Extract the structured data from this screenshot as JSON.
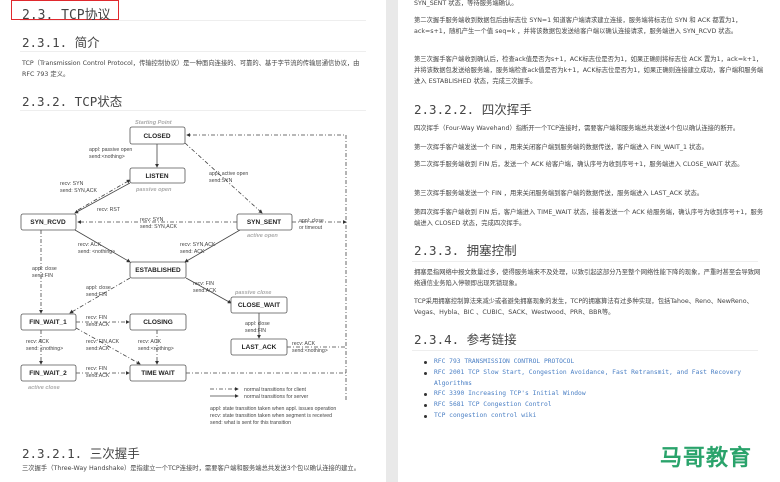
{
  "left": {
    "title": "2.3. TCP协议",
    "intro_heading": "2.3.1. 简介",
    "intro_text": "TCP（Transmission Control Protocol，传输控制协议）是一种面向连接的、可靠的、基于字节流的传输层通信协议，由RFC 793 定义。",
    "state_heading": "2.3.2. TCP状态",
    "handshake_heading": "2.3.2.1. 三次握手",
    "handshake_text": "三次握手（Three-Way Handshake）是指建立一个TCP连接时，需要客户端和服务端总共发送3个包以确认连接的建立。"
  },
  "diagram": {
    "states": {
      "closed": "CLOSED",
      "listen": "LISTEN",
      "syn_rcvd": "SYN_RCVD",
      "syn_sent": "SYN_SENT",
      "established": "ESTABLISHED",
      "close_wait": "CLOSE_WAIT",
      "fin_wait_1": "FIN_WAIT_1",
      "closing": "CLOSING",
      "last_ack": "LAST_ACK",
      "fin_wait_2": "FIN_WAIT_2",
      "time_wait": "TIME WAIT"
    },
    "notes": {
      "starting_point": "Starting Point",
      "passive_open": "passive open",
      "active_open": "active open",
      "passive_close": "passive close",
      "active_close": "active close"
    },
    "labels": {
      "a1": "appl: passive open",
      "a2": "send:<nothing>",
      "b1": "appl: active open",
      "b2": "send:SYN",
      "c1": "recv: SYN",
      "c2": "send: SYN,ACK",
      "d1": "recv: RST",
      "e1": "recv: SYN",
      "e2": "send: SYN,ACK",
      "f1": "appl: close",
      "f2": "or timeout",
      "g1": "recv: ACK",
      "g2": "send: <nothing>",
      "h1": "recv: SYN,ACK",
      "h2": "send: ACK",
      "i1": "appl: close",
      "i2": "send:FIN",
      "j1": "appl: close",
      "j2": "send:FIN",
      "k1": "recv: FIN",
      "k2": "send:ACK",
      "l1": "recv: FIN",
      "l2": "send:ACK",
      "m1": "appl: close",
      "m2": "send:FIN",
      "n1": "recv: ACK",
      "n2": "send: <nothing>",
      "o1": "recv: FIN,ACK",
      "o2": "send:ACK",
      "p1": "recv: ACK",
      "p2": "send:<nothing>",
      "q1": "recv: ACK",
      "q2": "send:<nothing>",
      "r1": "recv: FIN",
      "r2": "send:ACK"
    },
    "legend": {
      "client": "normal transitions for client",
      "server": "normal transitions for server",
      "appl": "appl: state transition taken when appl. issues operation",
      "recv": "recv: state transition taken when segment is received",
      "send": "send: what is sent for this transition"
    }
  },
  "right": {
    "p0": "SYN_SENT 状态，等待服务端确认。",
    "p1": "第二次握手服务端收到数据包后由标志位 SYN=1 知道客户端请求建立连接，服务端将标志位 SYN 和 ACK 都置为1，ack=s+1，随机产生一个值 seq=k ，并将该数据包发送给客户端以确认连接请求，服务端进入 SYN_RCVD 状态。",
    "p2": "第三次握手客户端收到确认后，检查ack值是否为s+1，ACK标志位是否为1，如果正确则将标志位 ACK 置为1，ack=k+1，并将该数据包发送给服务端，服务端检查ack值是否为k+1，ACK标志位是否为1，如果正确则连接建立成功，客户端和服务端进入 ESTABLISHED 状态，完成三次握手。",
    "wave_heading": "2.3.2.2. 四次挥手",
    "w0": "四次挥手（Four-Way Wavehand）指断开一个TCP连接时，需要客户端和服务端总共发送4个包以确认连接的断开。",
    "w1": "第一次挥手客户端发送一个 FIN ，用来关闭客户端到服务端的数据传送，客户端进入 FIN_WAIT_1 状态。",
    "w2": "第二次挥手服务端收到 FIN 后，发送一个 ACK 给客户端，确认序号为收到序号+1，服务端进入 CLOSE_WAIT 状态。",
    "w3": "第三次挥手服务端发送一个 FIN ，用来关闭服务端到客户端的数据传送，服务端进入 LAST_ACK 状态。",
    "w4": "第四次挥手客户端收到 FIN 后，客户端进入 TIME_WAIT 状态，接着发送一个 ACK 给服务端，确认序号为收到序号+1，服务端进入 CLOSED 状态，完成四次挥手。",
    "cc_heading": "2.3.3. 拥塞控制",
    "cc1": "拥塞是指网络中报文数量过多，使得服务端来不及处理，以致引起这部分乃至整个网络性能下降的现象，严重时甚至会导致网络通信业务陷入停顿即出现死锁现象。",
    "cc2": "TCP采用拥塞控制算法来减少或者避免拥塞现象的发生，TCP的拥塞算法有过多种实现，包括Tahoe、Reno、NewReno、Vegas、Hybla、BIC 、CUBIC、SACK、Westwood、PRR、BBR等。",
    "ref_heading": "2.3.4. 参考链接",
    "links": [
      "RFC 793 TRANSMISSION CONTROL PROTOCOL",
      "RFC 2001 TCP Slow Start, Congestion Avoidance, Fast Retransmit, and Fast Recovery Algorithms",
      "RFC 3390 Increasing TCP's Initial Window",
      "RFC 5681 TCP Congestion Control",
      "TCP congestion control wiki"
    ]
  },
  "watermark": "马哥教育"
}
